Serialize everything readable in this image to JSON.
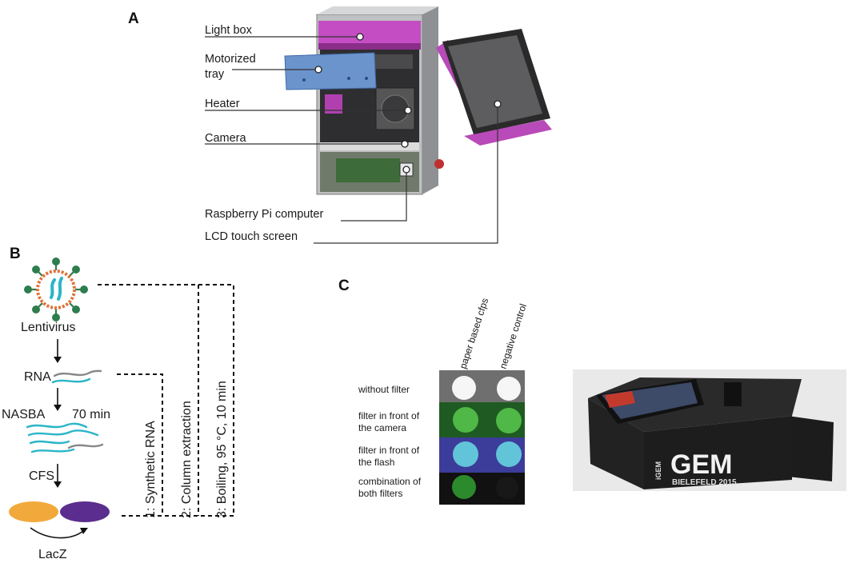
{
  "panels": {
    "a": {
      "letter": "A",
      "callouts": [
        "Light box",
        "Motorized",
        "tray",
        "Heater",
        "Camera",
        "Raspberry Pi computer",
        "LCD touch screen"
      ]
    },
    "b": {
      "letter": "B",
      "virus_label": "Lentivirus",
      "rna_label": "RNA",
      "nasba_label": "NASBA",
      "nasba_time": "70 min",
      "cfs_label": "CFS",
      "lacz_label": "LacZ",
      "methods": [
        "1: Synthetic RNA",
        "2: Column extraction",
        "3: Boiling, 95 °C, 10 min"
      ],
      "colors": {
        "rna": "#2bb5c7",
        "rna_alt": "#888888",
        "disk_left": "#f2a93b",
        "disk_right": "#5b2d8e",
        "virus_shell": "#e0723a",
        "virus_spike": "#2e7d4f"
      }
    },
    "c": {
      "letter": "C",
      "column_headers": [
        "paper based cfps",
        "negative control"
      ],
      "row_labels": [
        [
          "without filter"
        ],
        [
          "filter in front of",
          "the camera"
        ],
        [
          "filter in front of",
          "the flash"
        ],
        [
          "combination of",
          "both  filters"
        ]
      ],
      "row_colors": [
        "#f4f4f4",
        "#4fb846",
        "#62c4d8",
        "#2c8a2c"
      ],
      "device_brand": "GEM",
      "device_subtext": "BIELEFELD 2015",
      "device_side_text": "iGEM"
    }
  }
}
